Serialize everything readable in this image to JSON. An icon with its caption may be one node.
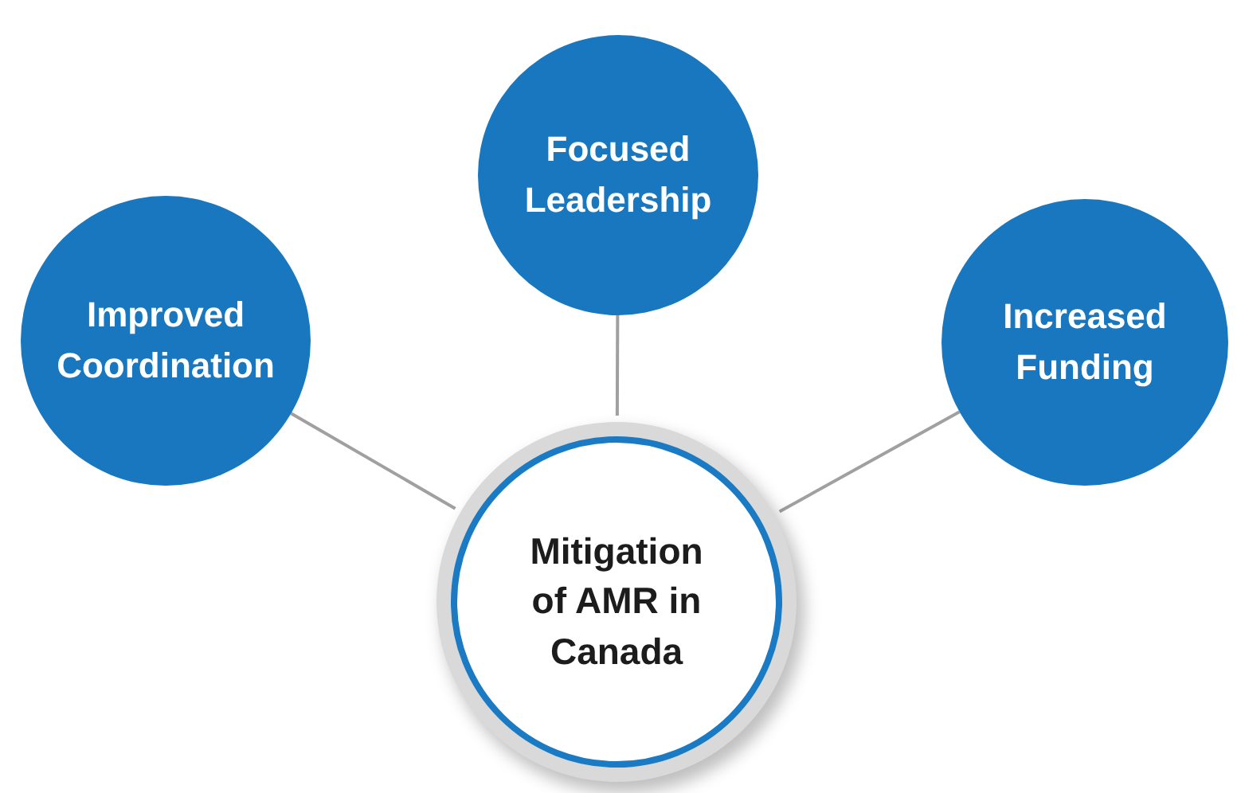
{
  "diagram": {
    "nodes": [
      {
        "text": [
          "Focused Leadership"
        ]
      },
      {
        "text": [
          "Improved Coordination"
        ]
      },
      {
        "text": [
          "Increased Funding"
        ]
      },
      {
        "text": [
          "Mitigation of AMR in Canada"
        ]
      }
    ],
    "edges": [
      {
        "from": 3,
        "to": 0,
        "arrow": "none"
      },
      {
        "from": 3,
        "to": 1,
        "arrow": "none"
      },
      {
        "from": 3,
        "to": 2,
        "arrow": "none"
      }
    ]
  }
}
